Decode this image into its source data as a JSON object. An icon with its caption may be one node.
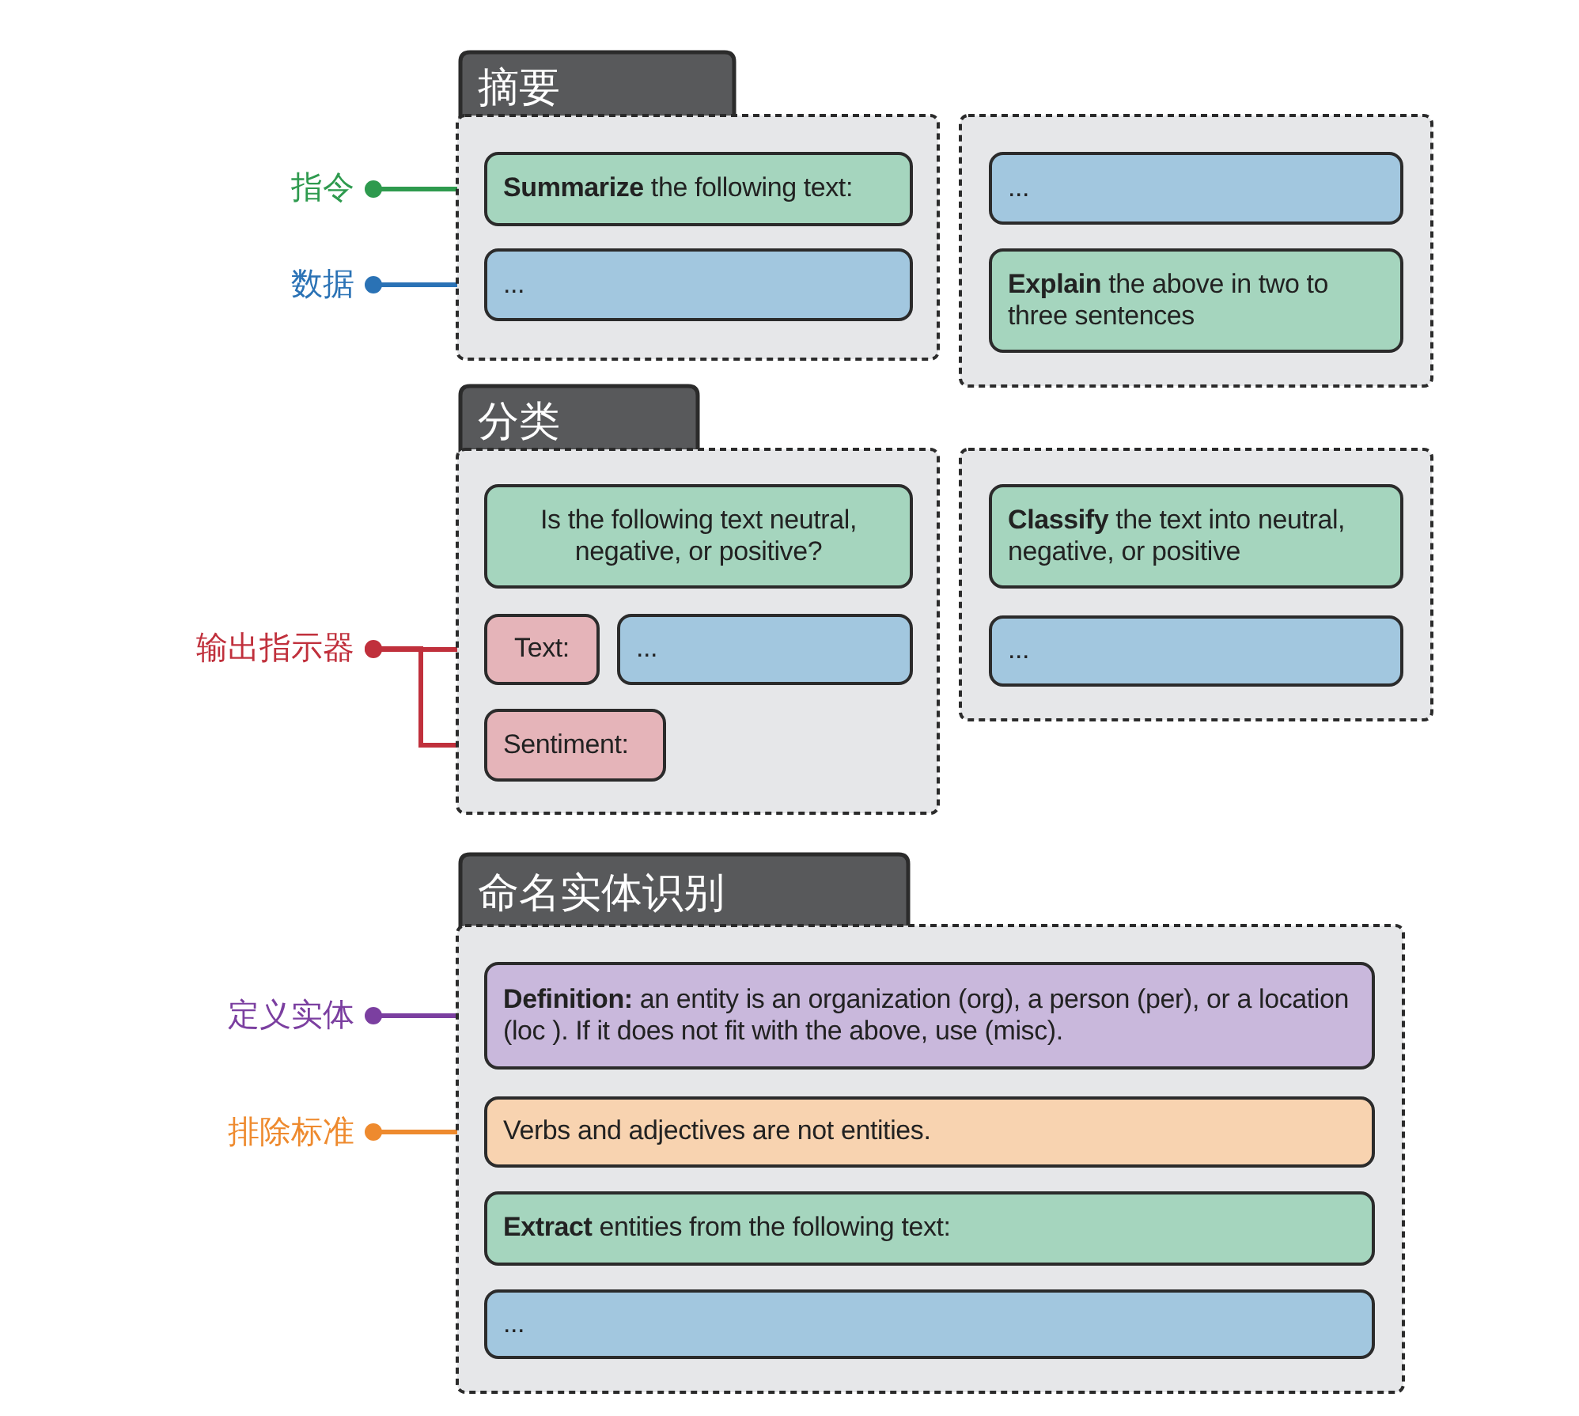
{
  "diagram": {
    "nodes": [
      {
        "text": [
          "摘要"
        ]
      },
      {
        "text": [
          "**Summarize** the following text:"
        ],
        "in": 0
      },
      {
        "text": [
          "..."
        ],
        "in": 0
      },
      {
        "text": [],
        "shape": "box"
      },
      {
        "text": [
          "..."
        ],
        "in": 3
      },
      {
        "text": [
          "**Explain** the above in two to three sentences"
        ],
        "in": 3
      },
      {
        "text": [
          "分类"
        ]
      },
      {
        "text": [
          "Is the following text neutral, negative, or positive?"
        ],
        "in": 6
      },
      {
        "text": [
          "Text:"
        ],
        "in": 6
      },
      {
        "text": [
          "..."
        ],
        "in": 6
      },
      {
        "text": [
          "Sentiment:"
        ],
        "in": 6
      },
      {
        "text": [],
        "shape": "box"
      },
      {
        "text": [
          "**Classify** the text into neutral, negative, or positive"
        ],
        "in": 11
      },
      {
        "text": [
          "..."
        ],
        "in": 11
      },
      {
        "text": [
          "命名实体识别"
        ]
      },
      {
        "text": [
          "**Definition:** an entity is an organization (org), a person (per), or a location (loc ). If it does not fit with the above, use (misc)."
        ],
        "in": 14
      },
      {
        "text": [
          "Verbs and adjectives are not entities."
        ],
        "in": 14
      },
      {
        "text": [
          "**Extract** entities from the following text:"
        ],
        "in": 14
      },
      {
        "text": [
          "..."
        ],
        "in": 14
      },
      {
        "text": [
          "指令"
        ]
      },
      {
        "text": [
          "数据"
        ]
      },
      {
        "text": [
          "输出指示器"
        ]
      },
      {
        "text": [
          "定义实体"
        ]
      },
      {
        "text": [
          "排除标准"
        ]
      }
    ],
    "edges": [
      {
        "from": 19,
        "to": 1,
        "arrow": "other",
        "color": "#2e9a4e"
      },
      {
        "from": 20,
        "to": 2,
        "arrow": "other",
        "color": "#2a72b5"
      },
      {
        "from": 21,
        "to": 8,
        "arrow": "other",
        "color": "#c0303c"
      },
      {
        "from": 21,
        "to": 10,
        "arrow": "other",
        "color": "#c0303c"
      },
      {
        "from": 22,
        "to": 15,
        "arrow": "other",
        "color": "#7b3fa0"
      },
      {
        "from": 23,
        "to": 16,
        "arrow": "other",
        "color": "#ee8a2e"
      }
    ]
  }
}
